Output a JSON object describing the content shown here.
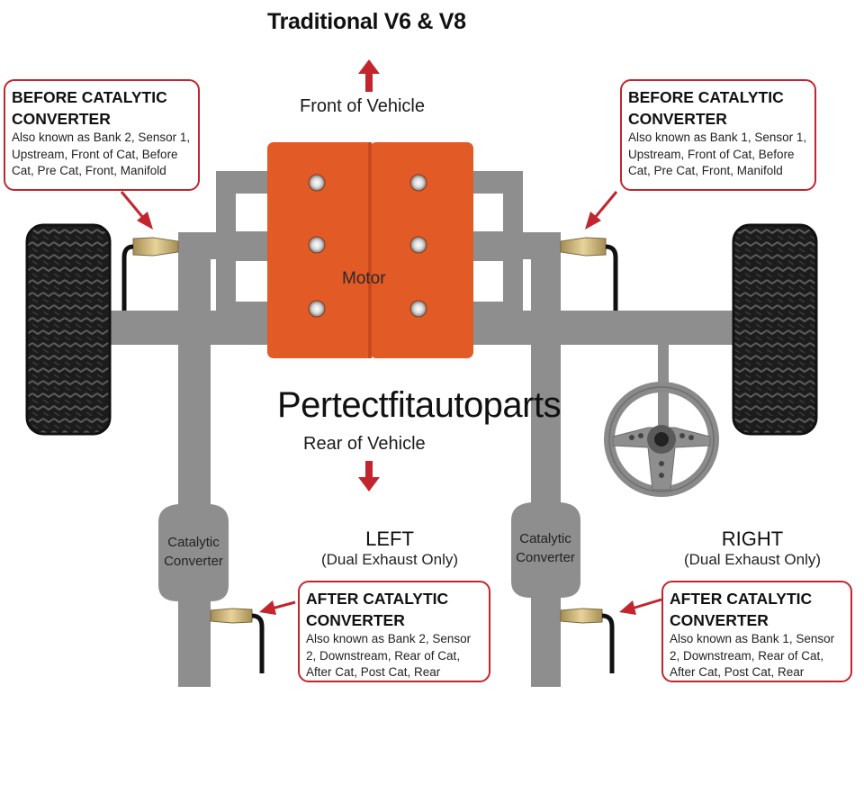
{
  "title": "Traditional V6 & V8",
  "front_label": "Front of Vehicle",
  "rear_label": "Rear of Vehicle",
  "watermark": "Pertectfitautoparts",
  "motor_label": "Motor",
  "left": {
    "title": "LEFT",
    "subtitle": "(Dual Exhaust Only)"
  },
  "right": {
    "title": "RIGHT",
    "subtitle": "(Dual Exhaust Only)"
  },
  "catalytic_converter_label": "Catalytic Converter",
  "callouts": {
    "before_left": {
      "heading_1": "BEFORE CATALYTIC",
      "heading_2": "CONVERTER",
      "body": "Also known as Bank 2, Sensor 1, Upstream, Front of Cat, Before Cat, Pre Cat, Front, Manifold"
    },
    "before_right": {
      "heading_1": "BEFORE CATALYTIC",
      "heading_2": "CONVERTER",
      "body": "Also known as Bank 1, Sensor 1, Upstream, Front of Cat, Before Cat, Pre Cat, Front, Manifold"
    },
    "after_left": {
      "heading_1": "AFTER CATALYTIC",
      "heading_2": "CONVERTER",
      "body": "Also known as Bank 2, Sensor 2, Downstream, Rear of Cat, After Cat, Post Cat, Rear"
    },
    "after_right": {
      "heading_1": "AFTER CATALYTIC",
      "heading_2": "CONVERTER",
      "body": "Also known as Bank 1, Sensor 2, Downstream, Rear of Cat, After Cat, Post Cat, Rear"
    }
  },
  "colors": {
    "accent_red": "#c2252d",
    "motor_orange": "#e25a26",
    "pipe_gray": "#8e8e8e",
    "tire_black": "#1c1c1c"
  }
}
